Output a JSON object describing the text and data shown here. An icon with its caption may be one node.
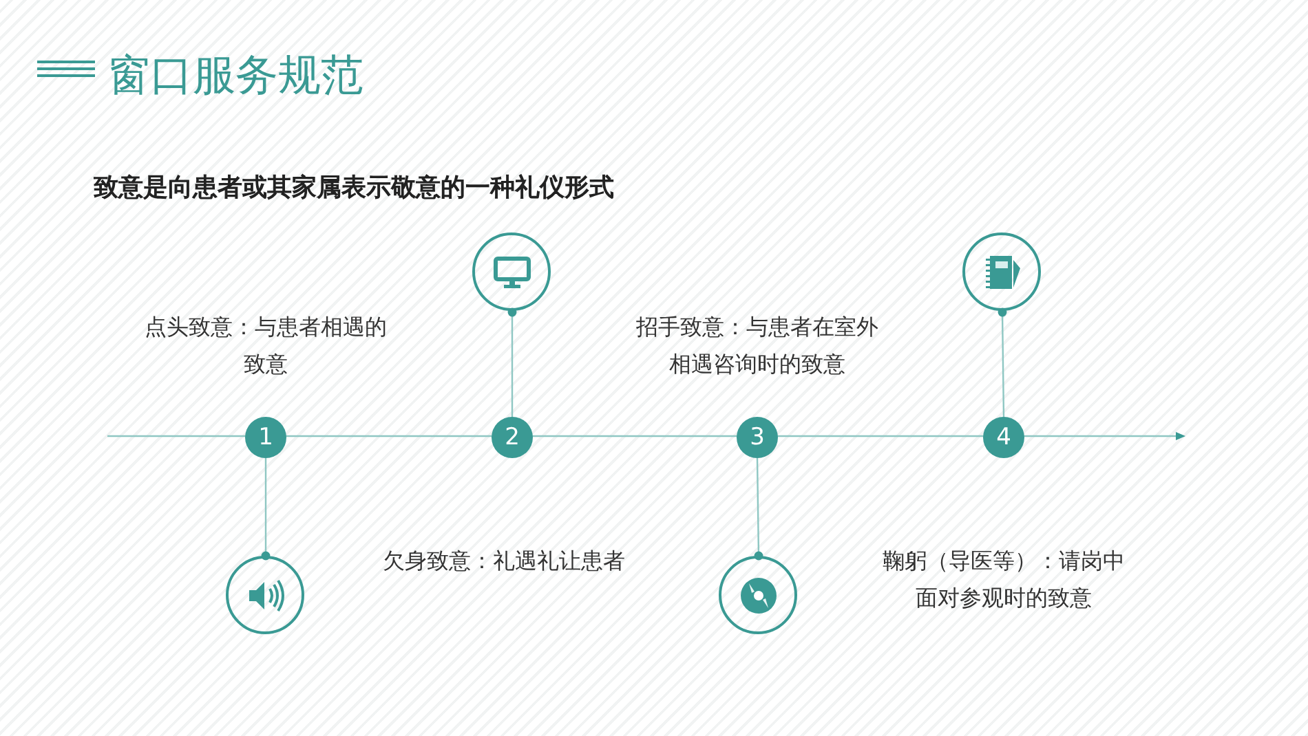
{
  "diagram": {
    "title": "窗口服务规范",
    "nodes": [
      {
        "text": [],
        "shape": "circle"
      },
      {
        "text": [],
        "shape": "circle"
      },
      {
        "text": [
          "1"
        ]
      },
      {
        "text": [
          "2"
        ]
      },
      {
        "text": [
          "3"
        ]
      },
      {
        "text": [
          "4"
        ]
      },
      {
        "text": [],
        "shape": "circle"
      },
      {
        "text": [],
        "shape": "circle"
      }
    ],
    "edges": [
      {
        "from": 2,
        "to": 6,
        "arrow": "other"
      },
      {
        "from": 3,
        "to": 0,
        "arrow": "other"
      },
      {
        "from": 4,
        "to": 7,
        "arrow": "other"
      },
      {
        "from": 5,
        "to": 1,
        "arrow": "other"
      }
    ],
    "labels": [
      "致意是向患者或其家属表示敬意的一种礼仪形式",
      "点头致意：与患者相遇的致意",
      "招手致意：与患者在室外相遇咨询时的致意",
      "欠身致意：礼遇礼让患者",
      "鞠躬（导医等）：请岗中面对参观时的致意"
    ]
  }
}
